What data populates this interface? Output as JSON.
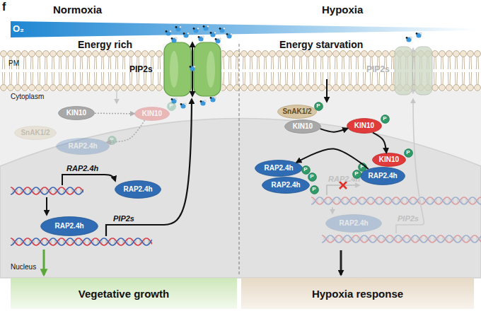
{
  "diagram": {
    "nodes": [
      {
        "text": [
          "SnAK1/2"
        ]
      },
      {
        "text": [
          "KIN10"
        ]
      },
      {
        "text": [
          "KIN10"
        ]
      },
      {
        "text": [
          "P"
        ]
      },
      {
        "text": [
          "RAP2.4h"
        ]
      },
      {
        "text": [
          "P"
        ]
      },
      {
        "text": [
          "RAP2.4h"
        ]
      },
      {
        "text": [
          "RAP2.4h"
        ]
      },
      {
        "text": [
          "SnAK1/2"
        ]
      },
      {
        "text": [
          "P"
        ]
      },
      {
        "text": [
          "KIN10"
        ]
      },
      {
        "text": [
          "KIN10"
        ]
      },
      {
        "text": [
          "P"
        ]
      },
      {
        "text": [
          "KIN10"
        ]
      },
      {
        "text": [
          "P"
        ]
      },
      {
        "text": [
          "RAP2.4h"
        ]
      },
      {
        "text": [
          "P"
        ]
      },
      {
        "text": [
          "P"
        ]
      },
      {
        "text": [
          "RAP2.4h"
        ]
      },
      {
        "text": [
          "P"
        ]
      },
      {
        "text": [
          "P"
        ]
      },
      {
        "text": [
          "RAP2.4h"
        ]
      },
      {
        "text": [
          "P"
        ]
      },
      {
        "text": [
          "RAP2.4h"
        ]
      },
      {
        "text": [
          "Vegetative growth"
        ]
      },
      {
        "text": [
          "Hypoxia response"
        ]
      }
    ],
    "edges": [
      {
        "from": 1,
        "to": 2,
        "arrow": "to"
      },
      {
        "from": 2,
        "to": 4,
        "arrow": "to"
      },
      {
        "from": 10,
        "to": 11,
        "arrow": "to"
      },
      {
        "from": 11,
        "to": 13,
        "arrow": "to"
      },
      {
        "from": 15,
        "to": 18,
        "arrow": "to"
      }
    ],
    "labels": [
      "f",
      "O₂",
      "Normoxia",
      "Hypoxia",
      "Energy rich",
      "Energy starvation",
      "PM",
      "Cytoplasm",
      "PIP2s",
      "PIP2s",
      "RAP2.4h",
      "PIP2s",
      "Nucleus",
      "RAP2.4h",
      "PIP2s"
    ]
  }
}
